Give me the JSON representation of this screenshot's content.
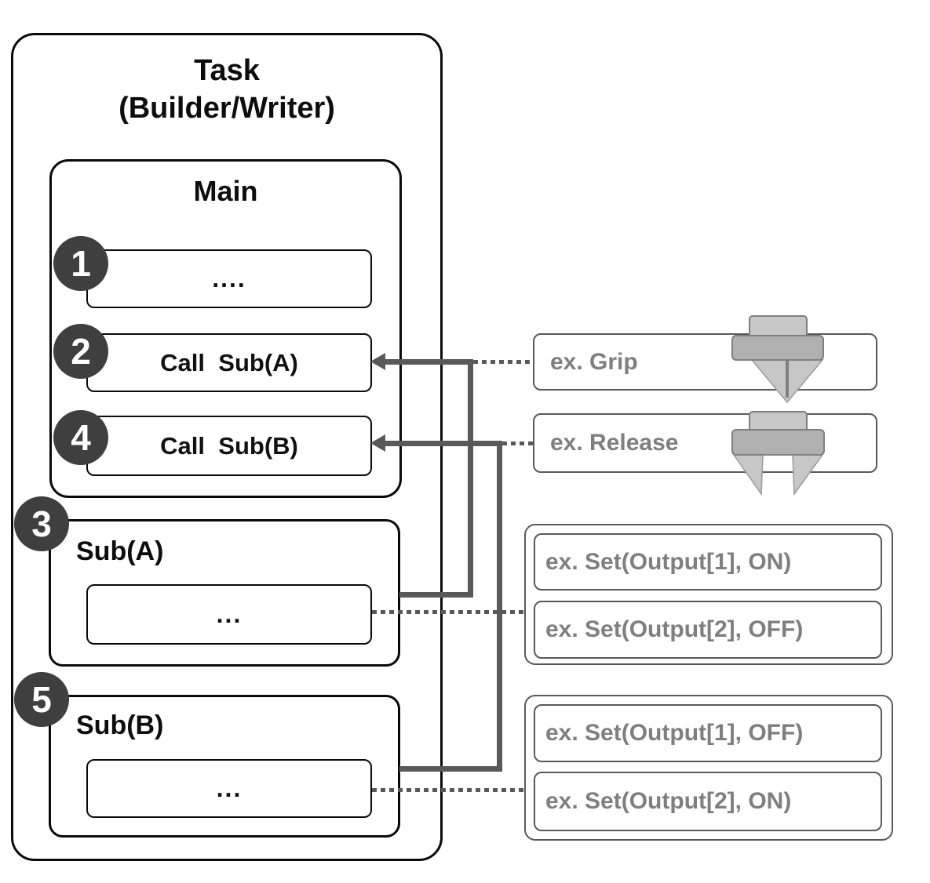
{
  "task": {
    "title_line1": "Task",
    "title_line2": "(Builder/Writer)",
    "main": {
      "title": "Main",
      "items": [
        {
          "badge": "1",
          "label": "...."
        },
        {
          "badge": "2",
          "label": "Call Sub(A)"
        },
        {
          "badge": "4",
          "label": "Call Sub(B)"
        }
      ]
    },
    "subroutines": [
      {
        "badge": "3",
        "title": "Sub(A)",
        "body": "..."
      },
      {
        "badge": "5",
        "title": "Sub(B)",
        "body": "..."
      }
    ]
  },
  "examples": {
    "grip": {
      "label": "ex. Grip",
      "icon": "gripper-closed-icon"
    },
    "release": {
      "label": "ex. Release",
      "icon": "gripper-open-icon"
    },
    "set_group_a": [
      "ex. Set(Output[1], ON)",
      "ex. Set(Output[2], OFF)"
    ],
    "set_group_b": [
      "ex. Set(Output[1], OFF)",
      "ex. Set(Output[2], ON)"
    ]
  },
  "colors": {
    "box_border": "#0a0a0a",
    "connector": "#595959",
    "badge_fill": "#3f3f3f",
    "badge_text": "#ffffff",
    "example_text": "#7f7f7f",
    "example_border": "#595959",
    "icon_light": "#c7c7c7",
    "icon_mid": "#b0b0b0",
    "icon_stroke": "#7f7f7f"
  }
}
